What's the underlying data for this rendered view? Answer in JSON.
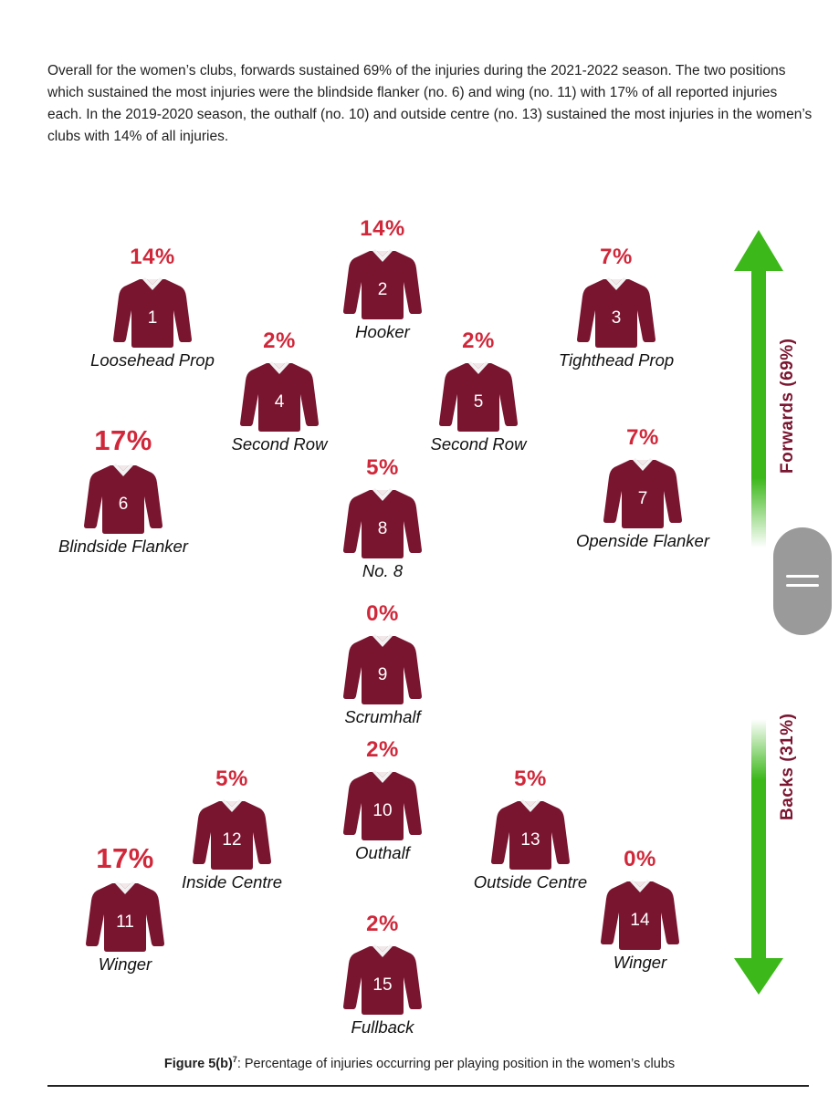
{
  "intro_text": "Overall for the women’s clubs, forwards sustained 69% of the injuries during the 2021-2022 season. The two positions which sustained the most injuries were the blindside flanker (no. 6) and wing (no. 11) with 17% of all reported injuries each. In the 2019-2020 season, the outhalf (no. 10) and outside centre (no. 13) sustained the most injuries in the women’s clubs with 14% of all injuries.",
  "jersey_color": "#7a1530",
  "percent_color": "#d0283a",
  "arrow_color": "#3cb81a",
  "players": {
    "p1": {
      "number": "1",
      "position": "Loosehead Prop",
      "percent": "14%"
    },
    "p2": {
      "number": "2",
      "position": "Hooker",
      "percent": "14%"
    },
    "p3": {
      "number": "3",
      "position": "Tighthead Prop",
      "percent": "7%"
    },
    "p4": {
      "number": "4",
      "position": "Second Row",
      "percent": "2%"
    },
    "p5": {
      "number": "5",
      "position": "Second Row",
      "percent": "2%"
    },
    "p6": {
      "number": "6",
      "position": "Blindside Flanker",
      "percent": "17%"
    },
    "p7": {
      "number": "7",
      "position": "Openside Flanker",
      "percent": "7%"
    },
    "p8": {
      "number": "8",
      "position": "No. 8",
      "percent": "5%"
    },
    "p9": {
      "number": "9",
      "position": "Scrumhalf",
      "percent": "0%"
    },
    "p10": {
      "number": "10",
      "position": "Outhalf",
      "percent": "2%"
    },
    "p11": {
      "number": "11",
      "position": "Winger",
      "percent": "17%"
    },
    "p12": {
      "number": "12",
      "position": "Inside Centre",
      "percent": "5%"
    },
    "p13": {
      "number": "13",
      "position": "Outside Centre",
      "percent": "5%"
    },
    "p14": {
      "number": "14",
      "position": "Winger",
      "percent": "0%"
    },
    "p15": {
      "number": "15",
      "position": "Fullback",
      "percent": "2%"
    }
  },
  "forwards_label": "Forwards (69%)",
  "backs_label": "Backs (31%)",
  "caption": {
    "bold": "Figure 5(b)",
    "superscript": "7",
    "text": ": Percentage of injuries occurring per playing position in the women’s clubs"
  }
}
